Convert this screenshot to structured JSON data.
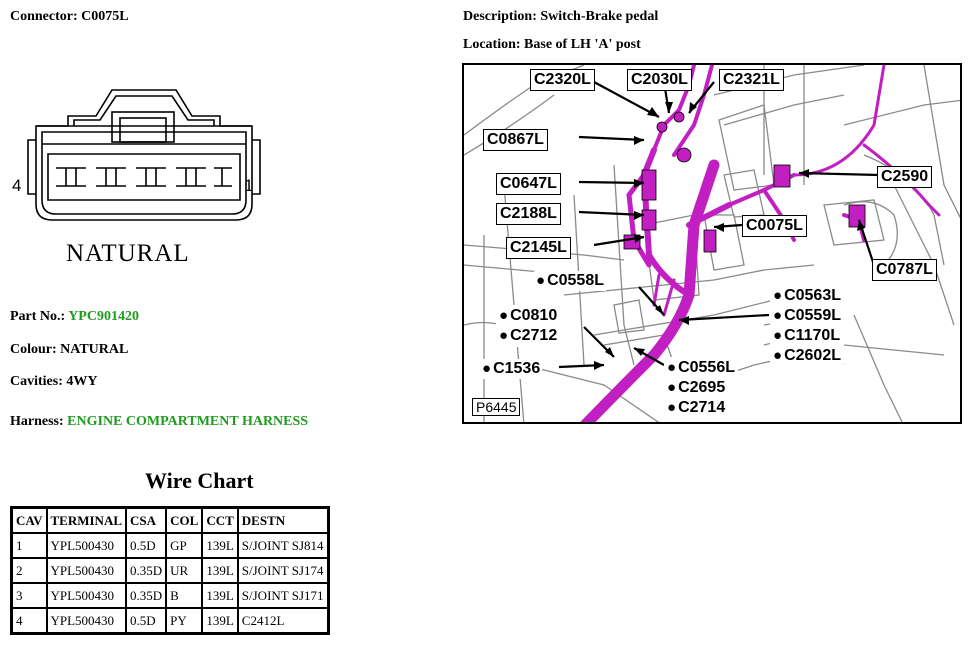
{
  "header": {
    "connector": "Connector: C0075L",
    "description": "Description: Switch-Brake pedal",
    "location": "Location: Base of LH 'A' post"
  },
  "connector_diagram": {
    "left_cavity": "4",
    "right_cavity": "1",
    "colour_label": "NATURAL"
  },
  "details": {
    "part_no_label": "Part No.:",
    "part_no_value": "YPC901420",
    "colour": "Colour: NATURAL",
    "cavities": "Cavities: 4WY",
    "harness_label": "Harness:",
    "harness_value": "ENGINE COMPARTMENT HARNESS",
    "accent_color": "#1f9b1f"
  },
  "wire_chart": {
    "title": "Wire Chart",
    "headers": [
      "CAV",
      "TERMINAL",
      "CSA",
      "COL",
      "CCT",
      "DESTN"
    ],
    "rows": [
      [
        "1",
        "YPL500430",
        "0.5D",
        "GP",
        "139L",
        "S/JOINT SJ814"
      ],
      [
        "2",
        "YPL500430",
        "0.35D",
        "UR",
        "139L",
        "S/JOINT SJ174"
      ],
      [
        "3",
        "YPL500430",
        "0.35D",
        "B",
        "139L",
        "S/JOINT SJ171"
      ],
      [
        "4",
        "YPL500430",
        "0.5D",
        "PY",
        "139L",
        "C2412L"
      ]
    ]
  },
  "location_image": {
    "image_id": "P6445",
    "harness_color": "#c21fc2",
    "callouts": {
      "c2320l": "C2320L",
      "c2030l": "C2030L",
      "c2321l": "C2321L",
      "c0867l": "C0867L",
      "c2590": "C2590",
      "c0647l": "C0647L",
      "c2188l": "C2188L",
      "c0075l": "C0075L",
      "c2145l": "C2145L",
      "c0787l": "C0787L",
      "c0558l": "C0558L",
      "c1536": "C1536"
    },
    "stack_left": [
      "C0810",
      "C2712"
    ],
    "stack_right": [
      "C0563L",
      "C0559L",
      "C1170L",
      "C2602L"
    ],
    "stack_bottom": [
      "C0556L",
      "C2695",
      "C2714"
    ],
    "bullet": "●"
  }
}
